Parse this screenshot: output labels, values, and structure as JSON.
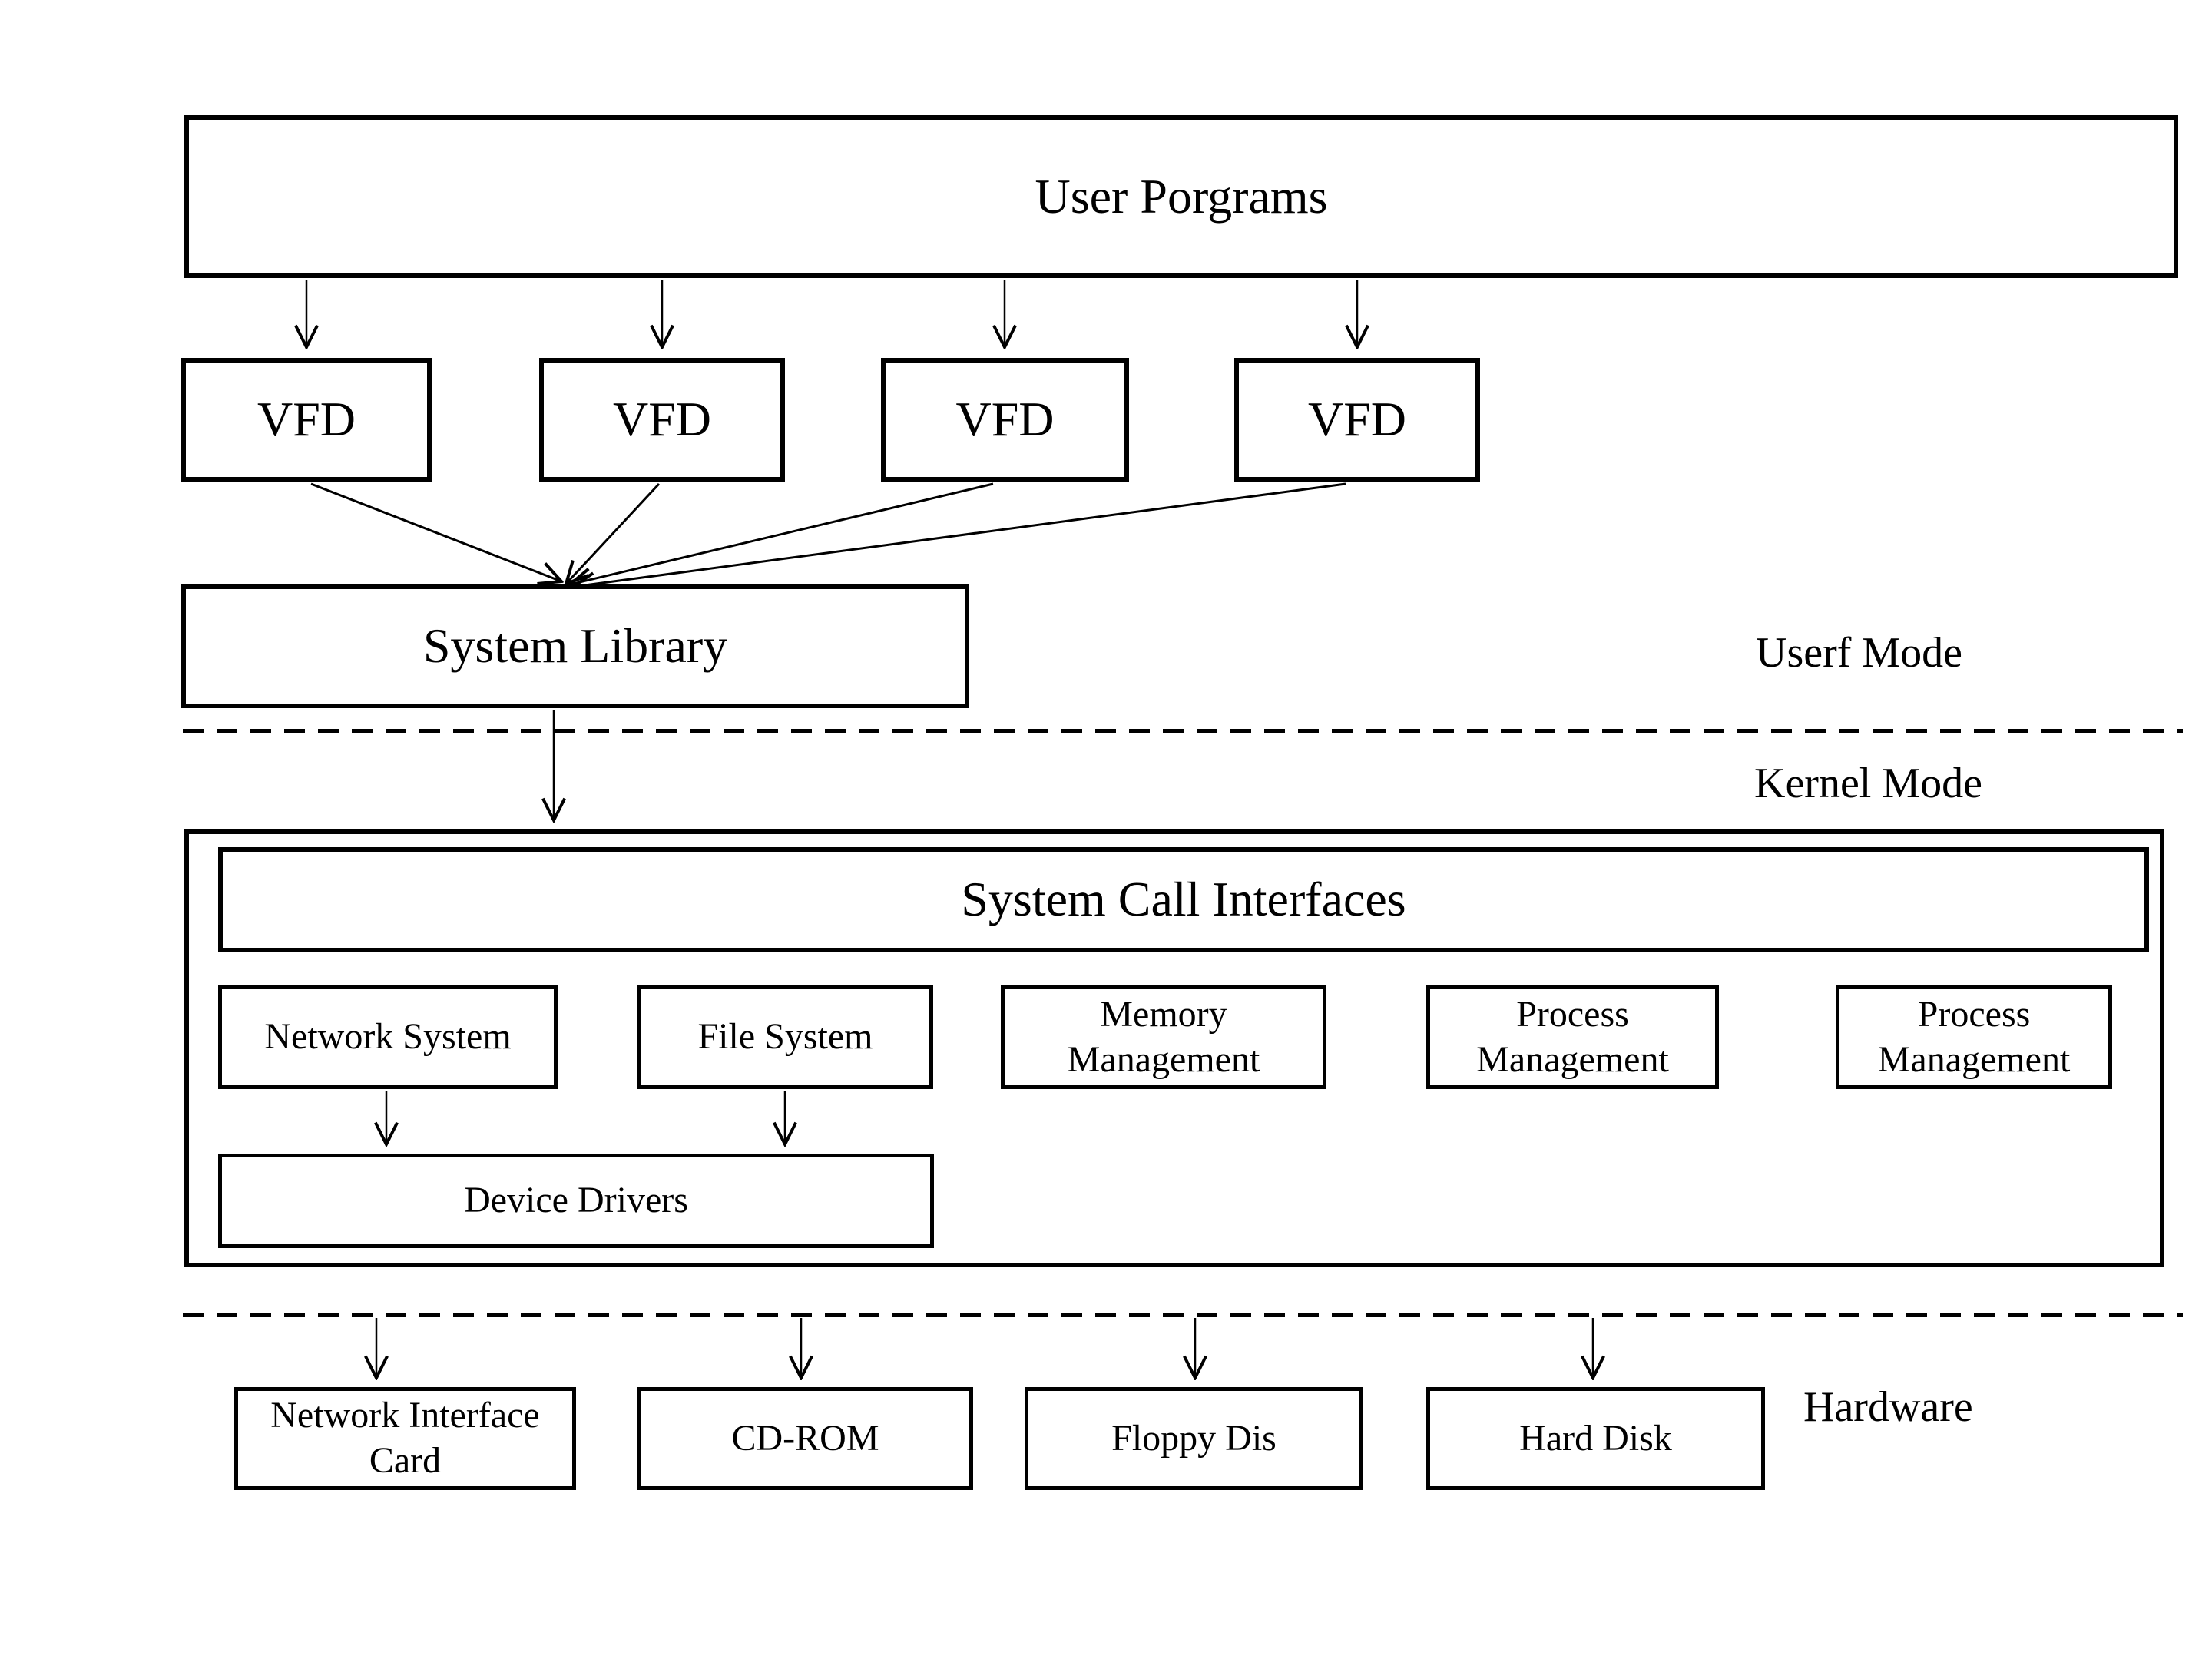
{
  "diagram": {
    "boxes": {
      "user_programs": "User Porgrams",
      "vfd_1": "VFD",
      "vfd_2": "VFD",
      "vfd_3": "VFD",
      "vfd_4": "VFD",
      "system_library": "System Library",
      "system_call_interfaces": "System Call Interfaces",
      "network_system": "Network System",
      "file_system": "File System",
      "memory_management": "Memory\nManagement",
      "process_management_1": "Process\nManagement",
      "process_management_2": "Process\nManagement",
      "device_drivers": "Device Drivers",
      "network_interface_card": "Network Interface\nCard",
      "cd_rom": "CD-ROM",
      "floppy_disk": "Floppy Dis",
      "hard_disk": "Hard Disk"
    },
    "labels": {
      "user_mode": "Userf Mode",
      "kernel_mode": "Kernel Mode",
      "hardware": "Hardware"
    },
    "colors": {
      "line": "#000000",
      "background": "#ffffff"
    }
  }
}
